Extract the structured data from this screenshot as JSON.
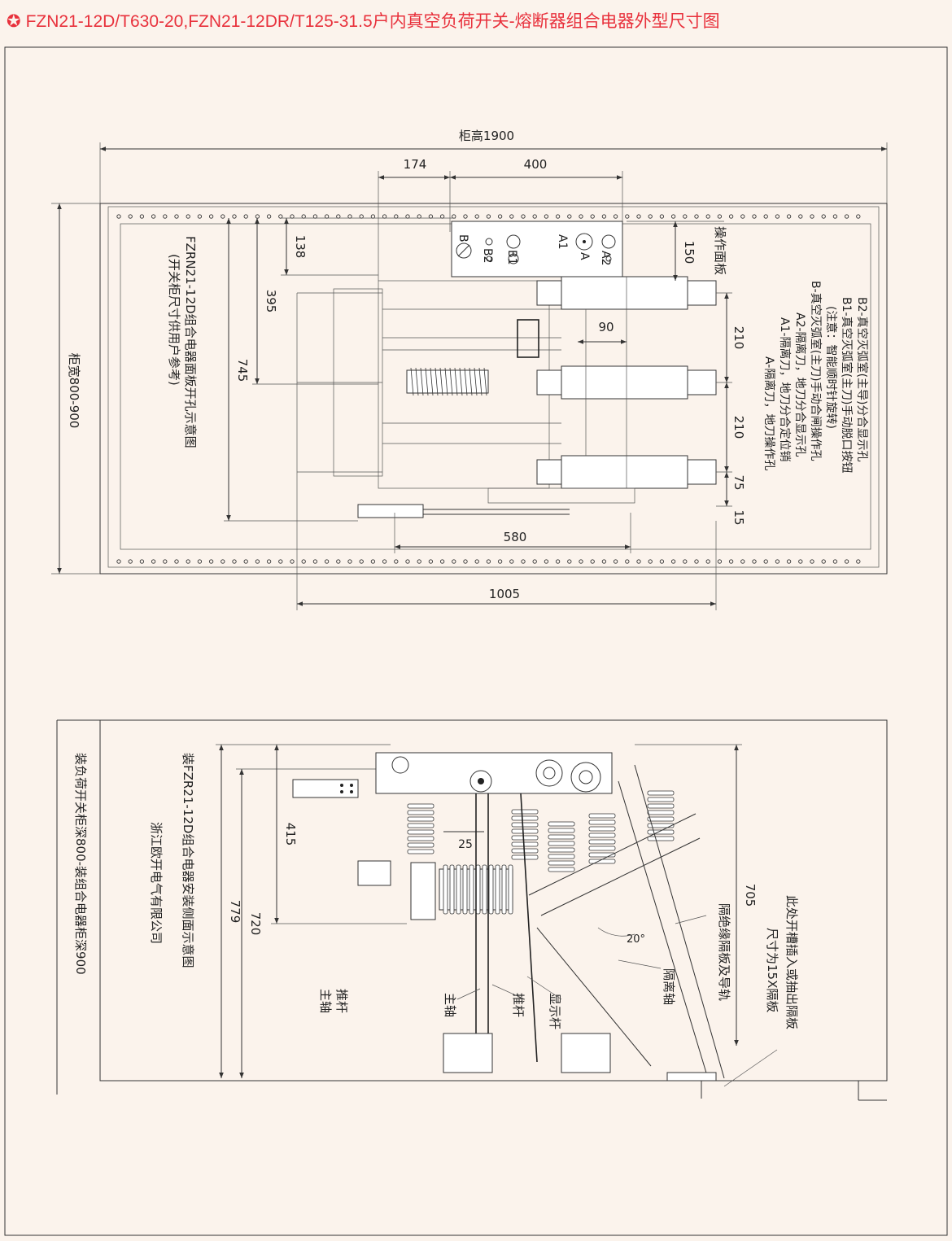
{
  "title": {
    "icon": "star-icon",
    "text": "FZN21-12D/T630-20,FZN21-12DR/T125-31.5户内真空负荷开关-熔断器组合电器外型尺寸图"
  },
  "colors": {
    "title": "#e8313c",
    "background": "#fbf3ec",
    "line": "#333333"
  },
  "top_view": {
    "dims": {
      "cabinet_height": "柜高1900",
      "d174": "174",
      "d400": "400",
      "d138": "138",
      "d395": "395",
      "d745": "745",
      "d150": "150",
      "d90": "90",
      "d210a": "210",
      "d210b": "210",
      "d75": "75",
      "d15": "15",
      "d580": "580",
      "d1005": "1005",
      "cabinet_width": "柜宽800-900"
    },
    "panel_labels": {
      "a": "A",
      "a1": "A1",
      "a2": "A2",
      "b": "B",
      "b1": "B1",
      "b2": "B2"
    },
    "operating_panel": "操作面板",
    "panel_hole_note": [
      "FZRN21-12D组合电器面板开孔示意图",
      "(开关柜尺寸供用户参考)"
    ],
    "legend": [
      "A-隔离刀，地刀操作孔",
      "A1-隔离刀，地刀分合定位销",
      "A2-隔离刀，地刀分合显示孔",
      "B-真空灭弧室(主刀)手动合闸操作孔",
      "(注意：智能顺时针旋转)",
      "B1-真空灭弧室(主刀)手动脱口按钮",
      "B2-真空灭弧室(主导)分合显示孔"
    ]
  },
  "side_view": {
    "dims": {
      "d415": "415",
      "d25": "25",
      "d779": "779",
      "d720": "720",
      "d705": "705",
      "angle": "20°"
    },
    "labels": {
      "push_rod_main_shaft": [
        "推杆",
        "主轴"
      ],
      "main_shaft": "主轴",
      "push_rod": "推杆",
      "display_rod": "显示杆",
      "isolation_shaft": "隔离轴",
      "insulating_plate": "隔绝缘隔板及导轨",
      "slot_note": [
        "此处开槽插入或抽出隔板",
        "尺寸为15X隔板"
      ]
    },
    "install_note": [
      "装FZR21-12D组合电器安装侧面示意图",
      "浙江欧开电气有限公司"
    ],
    "depth_note": "装负荷开关柜深800-装组合电器柜深900"
  }
}
